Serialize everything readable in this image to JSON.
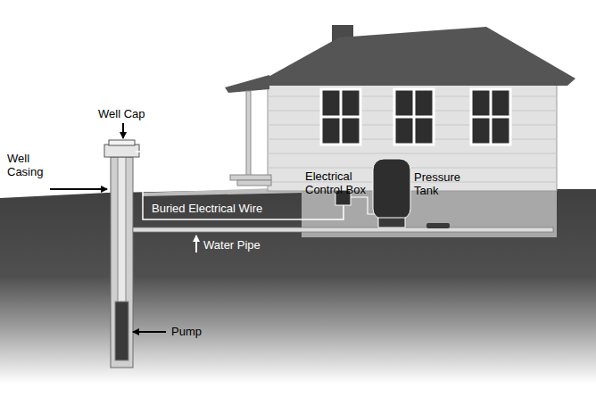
{
  "diagram": {
    "labels": [
      "Well Cap",
      "Well Casing",
      "Buried Electrical Wire",
      "Electrical Control Box",
      "Pressure Tank",
      "Water Pipe",
      "Pump"
    ]
  }
}
